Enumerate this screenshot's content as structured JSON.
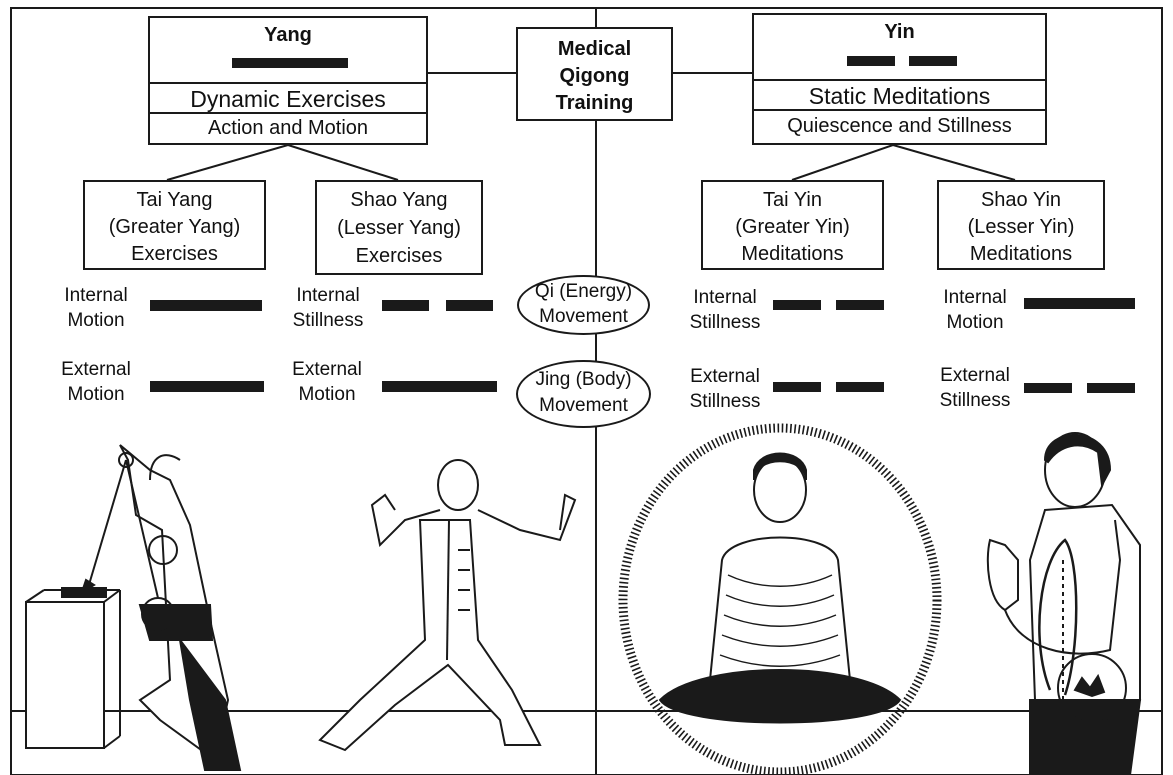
{
  "center_box": {
    "line1": "Medical",
    "line2": "Qigong",
    "line3": "Training"
  },
  "yang": {
    "title": "Yang",
    "row1": "Dynamic Exercises",
    "row2": "Action and Motion",
    "trigram": "solid",
    "tai_yang": {
      "line1": "Tai Yang",
      "line2": "(Greater Yang)",
      "line3": "Exercises"
    },
    "shao_yang": {
      "line1": "Shao Yang",
      "line2": "(Lesser Yang)",
      "line3": "Exercises"
    }
  },
  "yin": {
    "title": "Yin",
    "row1": "Static Meditations",
    "row2": "Quiescence and Stillness",
    "trigram": "broken",
    "tai_yin": {
      "line1": "Tai Yin",
      "line2": "(Greater Yin)",
      "line3": "Meditations"
    },
    "shao_yin": {
      "line1": "Shao Yin",
      "line2": "(Lesser Yin)",
      "line3": "Meditations"
    }
  },
  "ovals": {
    "qi": {
      "line1": "Qi (Energy)",
      "line2": "Movement"
    },
    "jing": {
      "line1": "Jing (Body)",
      "line2": "Movement"
    }
  },
  "motion_labels": {
    "tai_yang_internal": {
      "line1": "Internal",
      "line2": "Motion",
      "line_type": "solid"
    },
    "tai_yang_external": {
      "line1": "External",
      "line2": "Motion",
      "line_type": "solid"
    },
    "shao_yang_internal": {
      "line1": "Internal",
      "line2": "Stillness",
      "line_type": "broken"
    },
    "shao_yang_external": {
      "line1": "External",
      "line2": "Motion",
      "line_type": "solid"
    },
    "tai_yin_internal": {
      "line1": "Internal",
      "line2": "Stillness",
      "line_type": "broken"
    },
    "tai_yin_external": {
      "line1": "External",
      "line2": "Stillness",
      "line_type": "broken"
    },
    "shao_yin_internal": {
      "line1": "Internal",
      "line2": "Motion",
      "line_type": "solid"
    },
    "shao_yin_external": {
      "line1": "External",
      "line2": "Stillness",
      "line_type": "broken"
    }
  },
  "colors": {
    "ink": "#1a1a1a",
    "background": "#ffffff"
  }
}
